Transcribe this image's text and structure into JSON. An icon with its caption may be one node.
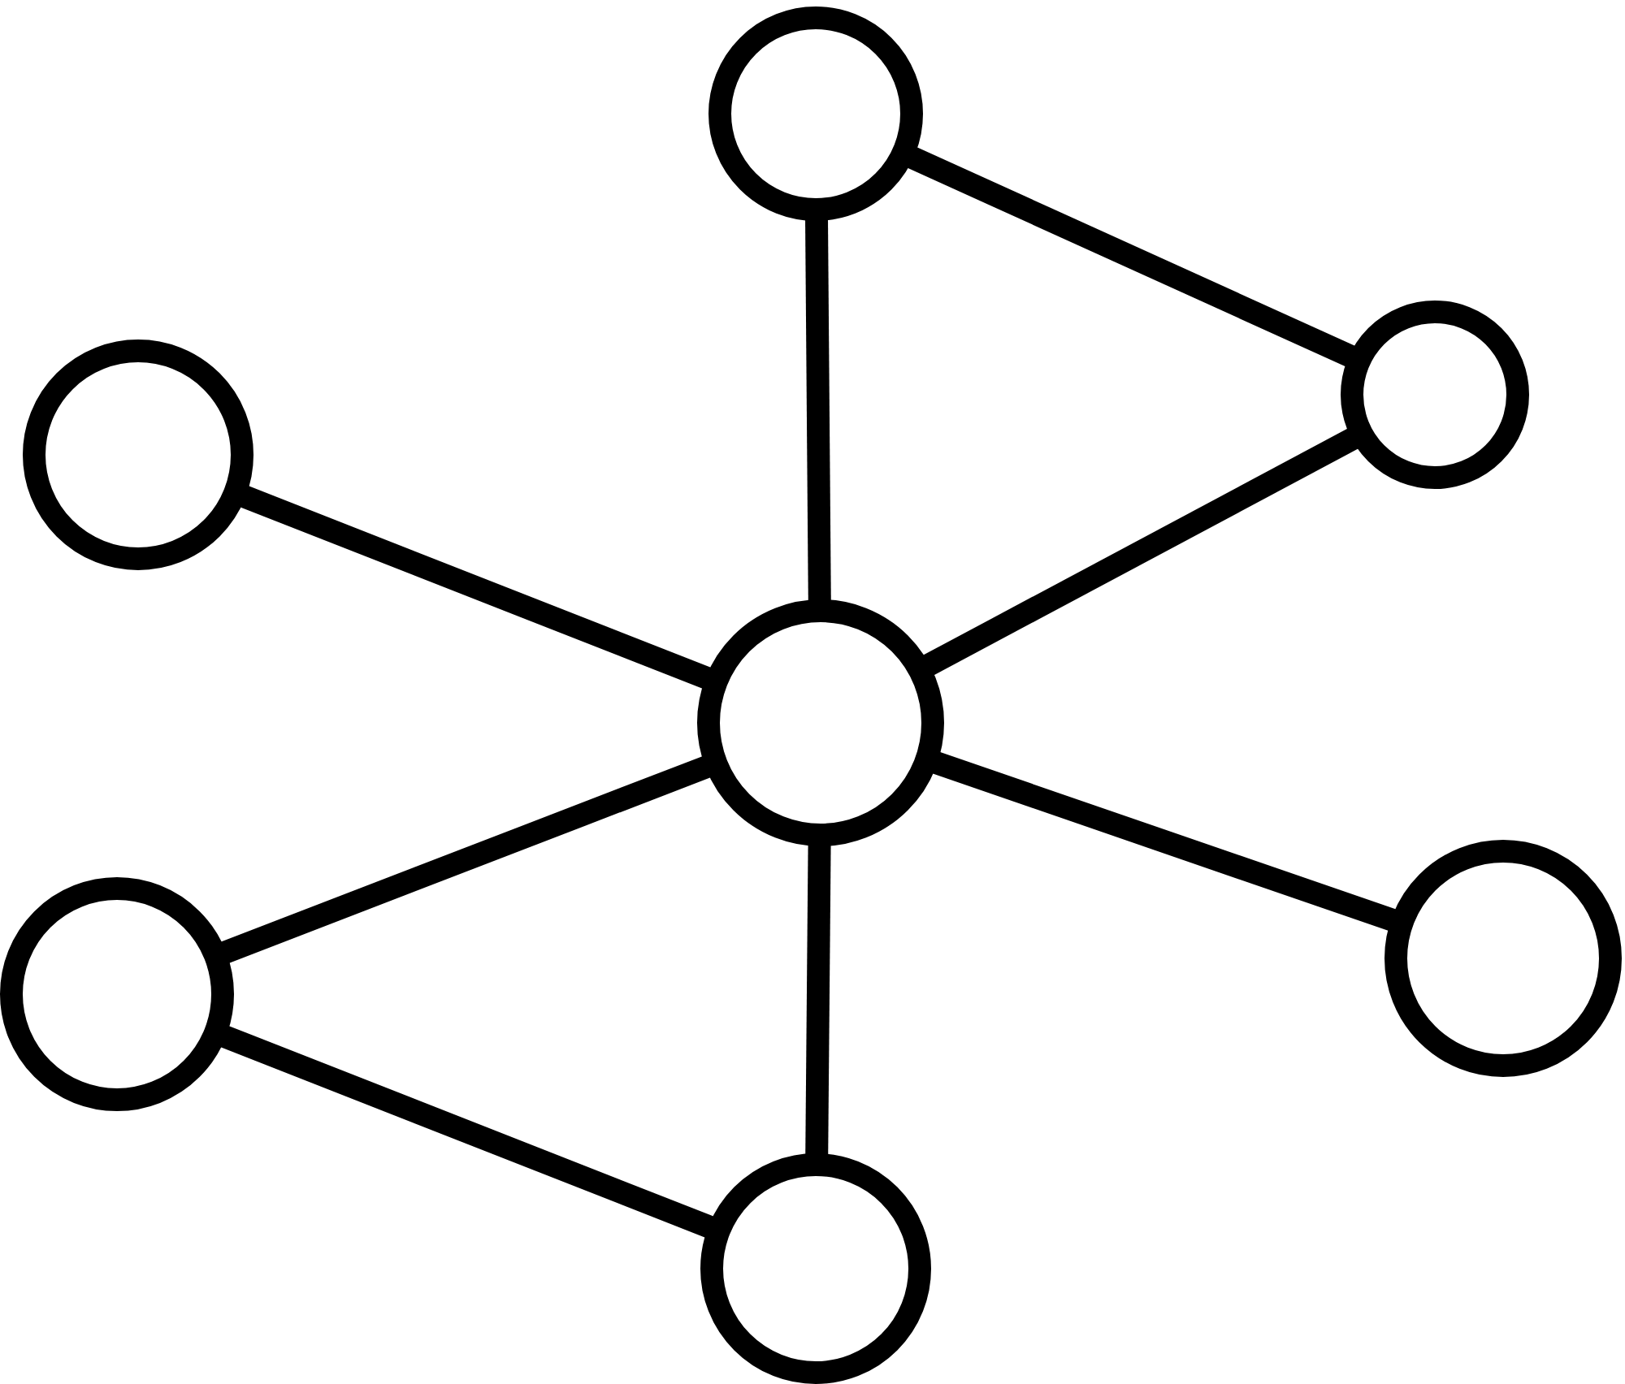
{
  "diagram": {
    "nodes": [
      {
        "text": [],
        "shape": "circle"
      },
      {
        "text": [],
        "shape": "circle"
      },
      {
        "text": [],
        "shape": "circle"
      },
      {
        "text": [],
        "shape": "circle"
      },
      {
        "text": [],
        "shape": "circle"
      },
      {
        "text": [],
        "shape": "circle"
      },
      {
        "text": [],
        "shape": "circle"
      }
    ],
    "edges": [
      {
        "from": 0,
        "to": 3,
        "arrow": "none"
      },
      {
        "from": 0,
        "to": 1,
        "arrow": "none"
      },
      {
        "from": 1,
        "to": 3,
        "arrow": "none"
      },
      {
        "from": 2,
        "to": 3,
        "arrow": "none"
      },
      {
        "from": 3,
        "to": 4,
        "arrow": "none"
      },
      {
        "from": 3,
        "to": 6,
        "arrow": "none"
      },
      {
        "from": 4,
        "to": 6,
        "arrow": "none"
      },
      {
        "from": 3,
        "to": 5,
        "arrow": "none"
      }
    ]
  }
}
